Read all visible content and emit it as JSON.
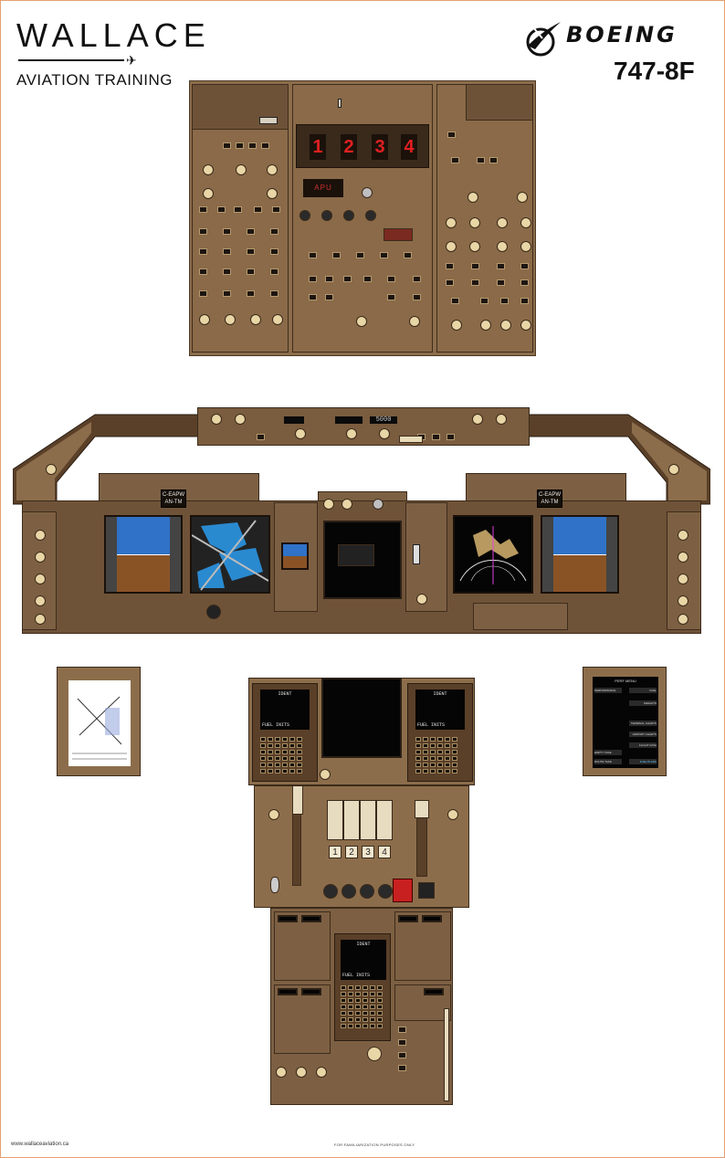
{
  "header": {
    "brand_wordmark": "WALLACE",
    "brand_tagline": "AVIATION TRAINING",
    "manufacturer": "BOEING",
    "model": "747-8F"
  },
  "overhead_panel": {
    "fire_handles": [
      "1",
      "2",
      "3",
      "4"
    ],
    "apu_label": "APU"
  },
  "glareshield": {
    "mcp_altitude": "5000"
  },
  "main_panel": {
    "left_placard_reg": "C-EAPW",
    "left_placard_sub": "AN-TM",
    "right_placard_reg": "C-EAPW",
    "right_placard_sub": "AN-TM"
  },
  "side_efb_right": {
    "title": "PERF MENU",
    "items_left": [
      "PERFORMANCE",
      "EMPTY TAKE",
      "ROUTE TAKE"
    ],
    "items_right": [
      "FUEL",
      "WEIGHTS",
      "TERMINAL CHARTS",
      "AIRPORT CHARTS",
      "FLIGHT DATA",
      "FUEL PLANS"
    ]
  },
  "pedestal": {
    "thrust_lever_numbers": [
      "1",
      "2",
      "3",
      "4"
    ],
    "cdu_left_title": "IDENT",
    "cdu_right_title": "IDENT",
    "cdu_center_title": "IDENT",
    "cdu_line": "FUEL INITS"
  },
  "footer": {
    "website": "www.wallaceaviation.ca",
    "disclaimer": "FOR FAMILIARIZATION PURPOSES ONLY"
  },
  "colors": {
    "panel_tan": "#8c6d4b",
    "panel_dark": "#6f5338",
    "fire_red": "#e02020",
    "pfd_sky": "#2f72c8",
    "pfd_ground": "#8a5326"
  }
}
